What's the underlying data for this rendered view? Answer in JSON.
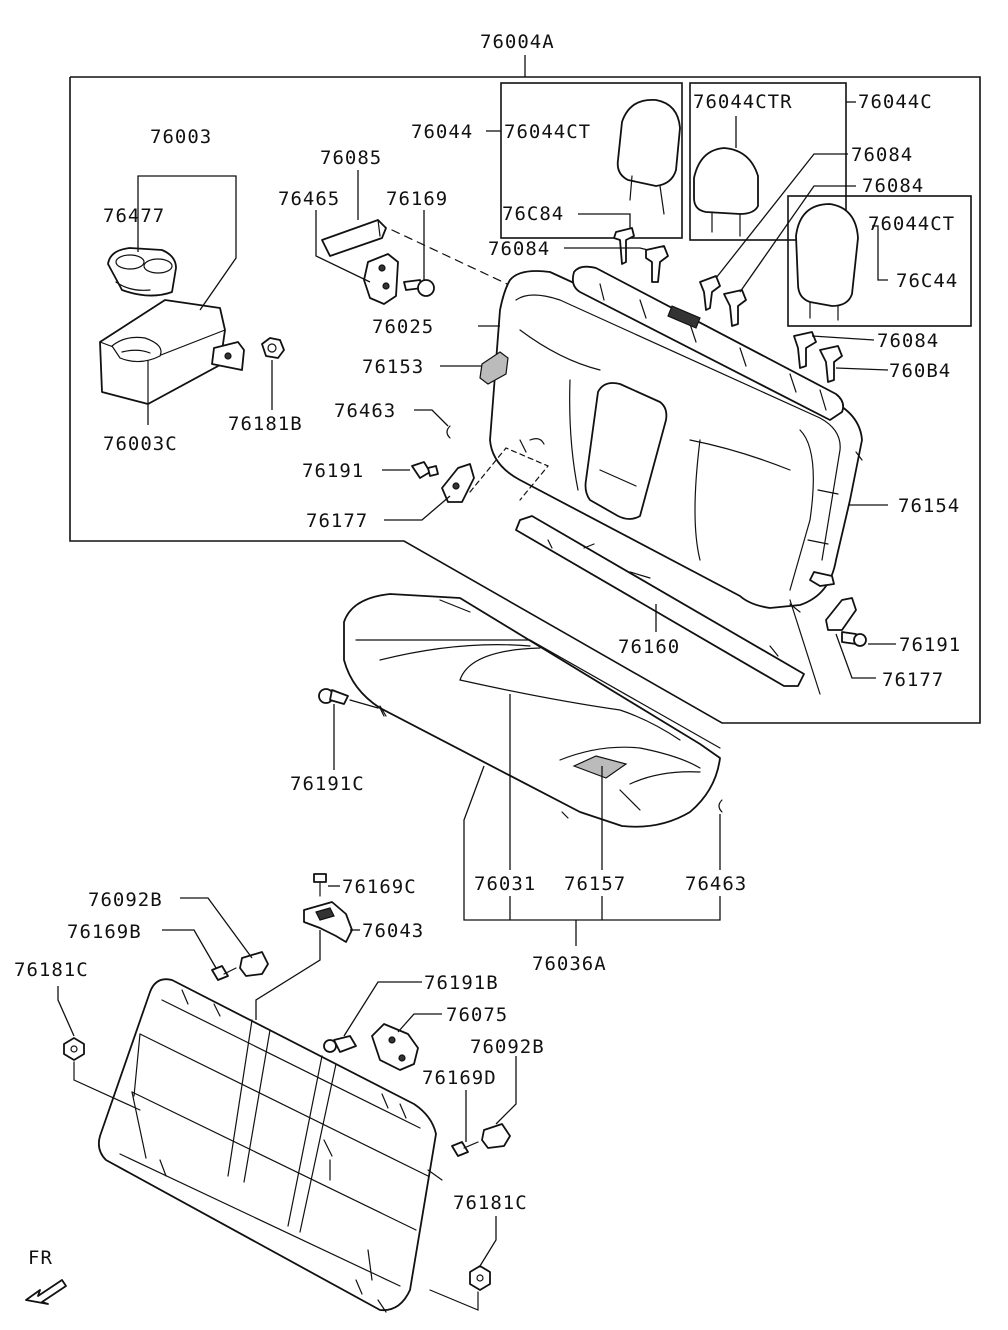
{
  "diagram": {
    "callouts": {
      "c76004A": "76004A",
      "c76003": "76003",
      "c76477": "76477",
      "c76003C": "76003C",
      "c76181B": "76181B",
      "c76085": "76085",
      "c76465": "76465",
      "c76169": "76169",
      "c76025": "76025",
      "c76153": "76153",
      "c76463a": "76463",
      "c76191a": "76191",
      "c76177a": "76177",
      "c76044a": "76044",
      "c76044CTa": "76044CT",
      "c76044CTR": "76044CTR",
      "c76044C": "76044C",
      "c76084a": "76C84",
      "c76084b": "76084",
      "c76084c": "76084",
      "c76084d": "76084",
      "c76044CTb": "76044CT",
      "c76044b": "76C44",
      "c76084e": "76084",
      "c76084f": "760B4",
      "c76154": "76154",
      "c76160": "76160",
      "c76191b": "76191",
      "c76177b": "76177",
      "c76191C": "76191C",
      "c76031": "76031",
      "c76157": "76157",
      "c76463b": "76463",
      "c76036A": "76036A",
      "c76092Ba": "76092B",
      "c76169C": "76169C",
      "c76169B": "76169B",
      "c76043": "76043",
      "c76181Ca": "76181C",
      "c76191B": "76191B",
      "c76075": "76075",
      "c76092Bb": "76092B",
      "c76169D": "76169D",
      "c76181Cb": "76181C",
      "fr": "FR"
    }
  }
}
